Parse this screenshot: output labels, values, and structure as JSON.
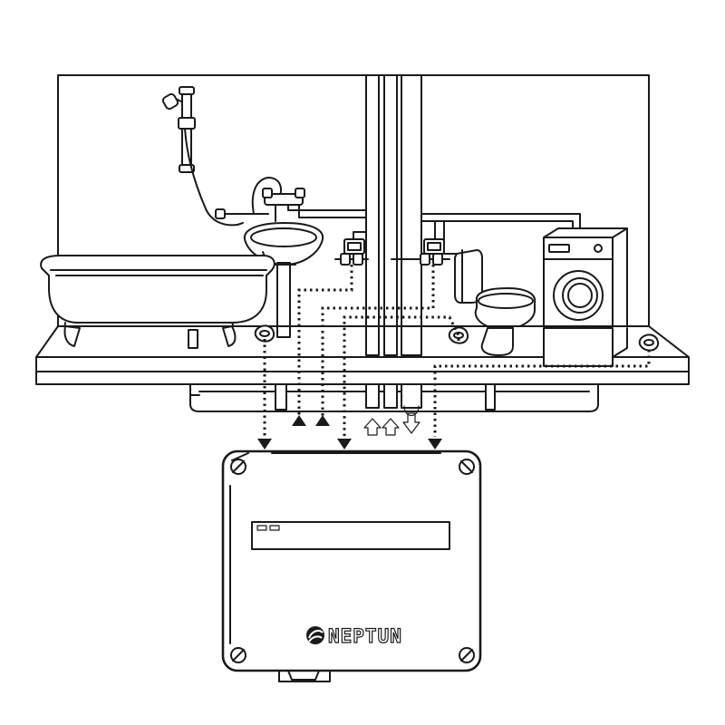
{
  "controller": {
    "brand_name": "NEPTUN",
    "logo_icon": "neptun-logo-icon",
    "indicator_count": 2
  },
  "fixtures": {
    "shower": "shower-head-icon",
    "bathtub": "bathtub",
    "sink": "wash-basin",
    "toilet": "toilet",
    "washing_machine": "washing-machine"
  },
  "sensors": {
    "leak_sensor_count": 3
  },
  "valves": {
    "shutoff_valve_count": 2
  },
  "colors": {
    "line": "#1a1a1a",
    "background": "#ffffff"
  }
}
